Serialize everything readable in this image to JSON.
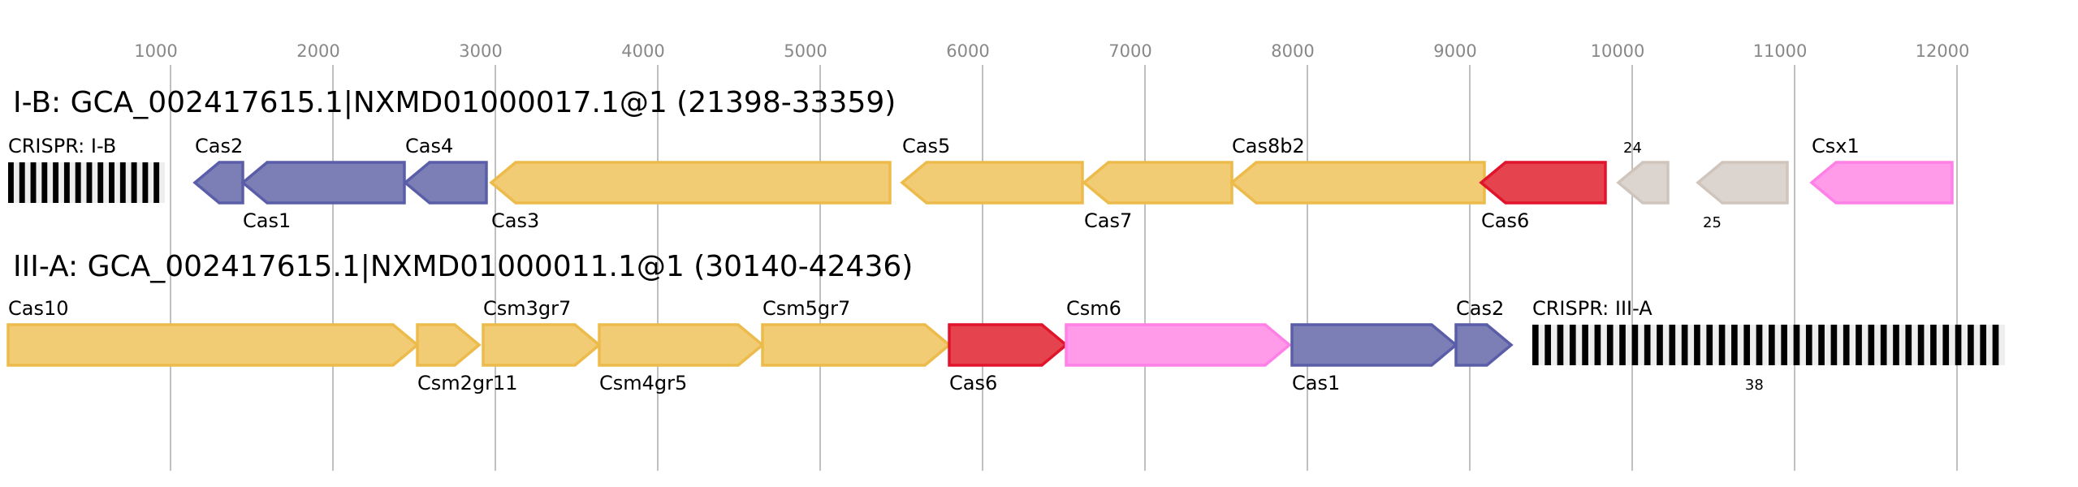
{
  "axis": {
    "ticks": [
      1000,
      2000,
      3000,
      4000,
      5000,
      6000,
      7000,
      8000,
      9000,
      10000,
      11000,
      12000
    ],
    "range_bp": [
      0,
      12700
    ]
  },
  "colors": {
    "blue": {
      "fill": "#7b7fb5",
      "stroke": "#5a5ea8"
    },
    "yellow": {
      "fill": "#f1cc75",
      "stroke": "#ecbb4b"
    },
    "red": {
      "fill": "#e5444f",
      "stroke": "#e0142a"
    },
    "gray": {
      "fill": "#dcd4cf",
      "stroke": "#d0c5bc"
    },
    "pink": {
      "fill": "#ff9be8",
      "stroke": "#ff80e6"
    }
  },
  "loci": [
    {
      "title": "I-B: GCA_002417615.1|NXMD01000017.1@1 (21398-33359)",
      "features": [
        {
          "type": "crispr",
          "label": "CRISPR: I-B",
          "start": 0,
          "end": 965,
          "repeats": 14,
          "pos": "above"
        },
        {
          "type": "gene",
          "label": "Cas2",
          "start": 1150,
          "end": 1445,
          "strand": "-",
          "color": "blue",
          "pos": "above"
        },
        {
          "type": "gene",
          "label": "Cas1",
          "start": 1445,
          "end": 2440,
          "strand": "-",
          "color": "blue",
          "pos": "below"
        },
        {
          "type": "gene",
          "label": "Cas4",
          "start": 2445,
          "end": 2945,
          "strand": "-",
          "color": "blue",
          "pos": "above"
        },
        {
          "type": "gene",
          "label": "Cas3",
          "start": 2975,
          "end": 5430,
          "strand": "-",
          "color": "yellow",
          "pos": "below"
        },
        {
          "type": "gene",
          "label": "Cas5",
          "start": 5505,
          "end": 6615,
          "strand": "-",
          "color": "yellow",
          "pos": "above"
        },
        {
          "type": "gene",
          "label": "Cas7",
          "start": 6625,
          "end": 7535,
          "strand": "-",
          "color": "yellow",
          "pos": "below"
        },
        {
          "type": "gene",
          "label": "Cas8b2",
          "start": 7535,
          "end": 9090,
          "strand": "-",
          "color": "yellow",
          "pos": "above"
        },
        {
          "type": "gene",
          "label": "Cas6",
          "start": 9070,
          "end": 9835,
          "strand": "-",
          "color": "red",
          "pos": "below"
        },
        {
          "type": "gene",
          "label": "24",
          "start": 9915,
          "end": 10220,
          "strand": "-",
          "color": "gray",
          "pos": "above",
          "small": true
        },
        {
          "type": "gene",
          "label": "25",
          "start": 10405,
          "end": 10955,
          "strand": "-",
          "color": "gray",
          "pos": "below",
          "small": true
        },
        {
          "type": "gene",
          "label": "Csx1",
          "start": 11105,
          "end": 11970,
          "strand": "-",
          "color": "pink",
          "pos": "above"
        }
      ]
    },
    {
      "title": "III-A: GCA_002417615.1|NXMD01000011.1@1 (30140-42436)",
      "features": [
        {
          "type": "gene",
          "label": "Cas10",
          "start": 0,
          "end": 2520,
          "strand": "+",
          "color": "yellow",
          "pos": "above"
        },
        {
          "type": "gene",
          "label": "Csm2gr11",
          "start": 2520,
          "end": 2900,
          "strand": "+",
          "color": "yellow",
          "pos": "below"
        },
        {
          "type": "gene",
          "label": "Csm3gr7",
          "start": 2925,
          "end": 3640,
          "strand": "+",
          "color": "yellow",
          "pos": "above"
        },
        {
          "type": "gene",
          "label": "Csm4gr5",
          "start": 3640,
          "end": 4645,
          "strand": "+",
          "color": "yellow",
          "pos": "below"
        },
        {
          "type": "gene",
          "label": "Csm5gr7",
          "start": 4645,
          "end": 5795,
          "strand": "+",
          "color": "yellow",
          "pos": "above"
        },
        {
          "type": "gene",
          "label": "Cas6",
          "start": 5795,
          "end": 6515,
          "strand": "+",
          "color": "red",
          "pos": "below"
        },
        {
          "type": "gene",
          "label": "Csm6",
          "start": 6515,
          "end": 7890,
          "strand": "+",
          "color": "pink",
          "pos": "above"
        },
        {
          "type": "gene",
          "label": "Cas1",
          "start": 7905,
          "end": 8915,
          "strand": "+",
          "color": "blue",
          "pos": "below"
        },
        {
          "type": "gene",
          "label": "Cas2",
          "start": 8915,
          "end": 9255,
          "strand": "+",
          "color": "blue",
          "pos": "above"
        },
        {
          "type": "crispr",
          "label": "CRISPR: III-A",
          "start": 9385,
          "end": 12295,
          "repeats": 38,
          "pos": "above",
          "count_label": "38"
        }
      ]
    }
  ]
}
